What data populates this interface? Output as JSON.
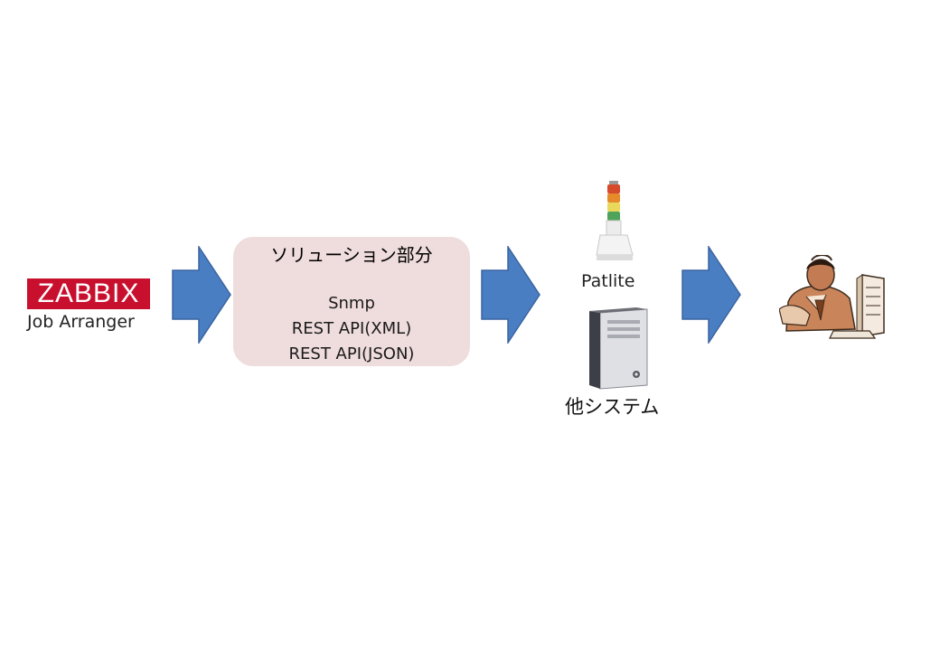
{
  "logo": {
    "brand": "ZABBIX",
    "subtitle": "Job Arranger"
  },
  "solution": {
    "title": "ソリューション部分",
    "items": [
      "Snmp",
      "REST API(XML)",
      "REST API(JSON)"
    ]
  },
  "targets": {
    "patlite": "Patlite",
    "other_system": "他システム"
  },
  "colors": {
    "arrow": "#4a7ec3",
    "arrow_border": "#3a64a0",
    "box": "#efdcdc",
    "logo": "#c8102e"
  },
  "icons": [
    "right-arrow-icon",
    "signal-tower-icon",
    "server-tower-icon",
    "operator-at-computer-icon"
  ]
}
